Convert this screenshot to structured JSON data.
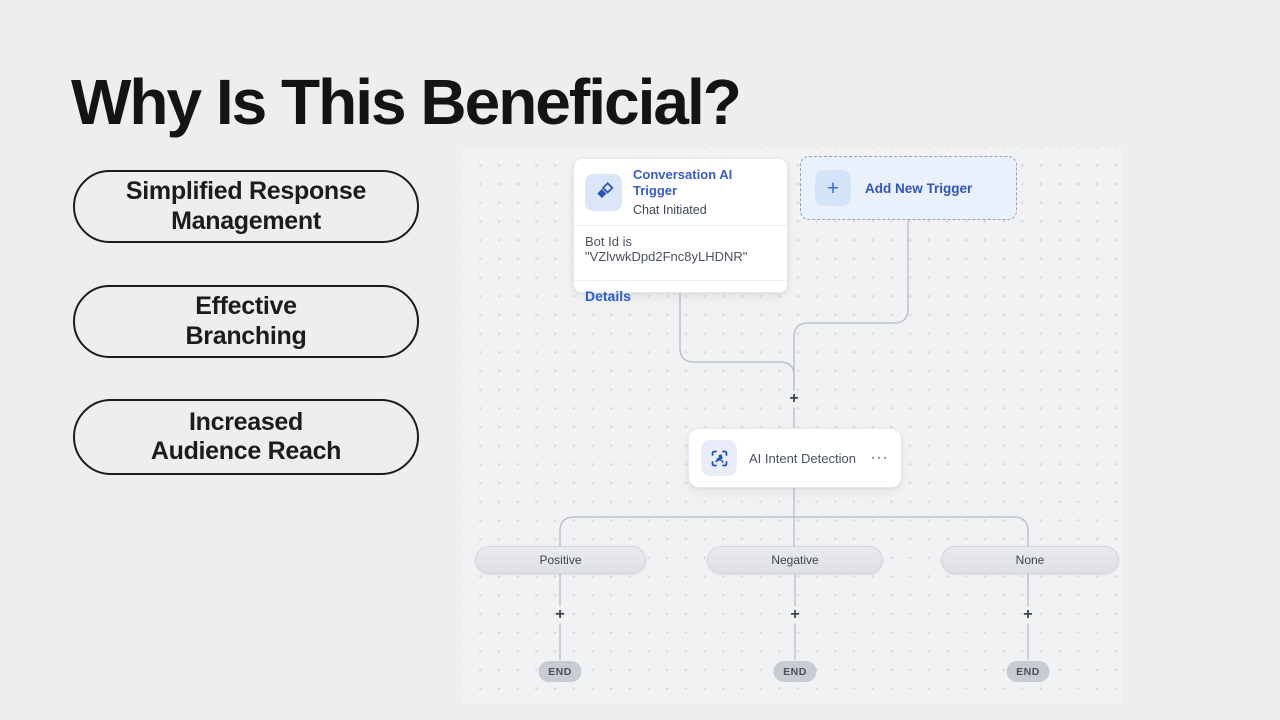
{
  "slide": {
    "title": "Why Is This Beneficial?",
    "benefits": [
      {
        "line1": "Simplified Response",
        "line2": "Management"
      },
      {
        "line1": "Effective",
        "line2": "Branching"
      },
      {
        "line1": "Increased",
        "line2": "Audience Reach"
      }
    ]
  },
  "workflow": {
    "trigger_card": {
      "title": "Conversation AI Trigger",
      "subtitle": "Chat Initiated",
      "body": "Bot Id is \"VZlvwkDpd2Fnc8yLHDNR\"",
      "footer_link": "Details",
      "icon": "sparkle-diamonds-icon"
    },
    "add_trigger": {
      "label": "Add New Trigger",
      "plus": "+",
      "icon": "plus-icon"
    },
    "intent_card": {
      "title": "AI Intent Detection",
      "menu": "···",
      "icon": "scan-intent-icon"
    },
    "branches": [
      {
        "label": "Positive",
        "plus": "+",
        "end": "END"
      },
      {
        "label": "Negative",
        "plus": "+",
        "end": "END"
      },
      {
        "label": "None",
        "plus": "+",
        "end": "END"
      }
    ],
    "add_node_plus": "+"
  },
  "colors": {
    "accent_blue": "#3a5bc4",
    "link_blue": "#2b5bd7",
    "add_trigger_bg": "#e9f1fc",
    "canvas_bg": "#f1f2f4",
    "page_bg": "#eeeeed",
    "connector_gray": "#bfc3ca",
    "end_pill_gray": "#c8cbd1"
  }
}
